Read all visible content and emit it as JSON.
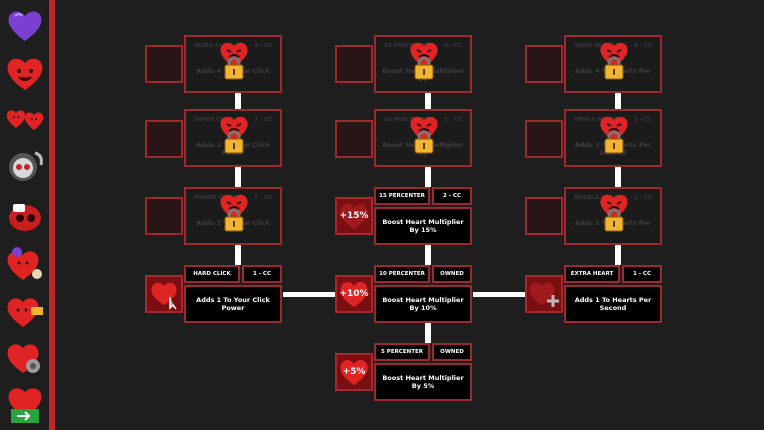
{
  "sidebar": {
    "icons": [
      "purple-heart-icon",
      "smiling-heart-icon",
      "small-hearts-icon",
      "skull-reaper-icon",
      "red-blob-icon",
      "chef-heart-icon",
      "heart-coupon-icon",
      "gear-heart-icon",
      "heart-exit-icon"
    ]
  },
  "colors": {
    "accent": "#c0262b",
    "border": "#9b2a2e",
    "background": "#1e1e1e"
  },
  "columns": {
    "click": {
      "nodes": [
        {
          "title": "ULTRA CLICK",
          "status": "4 - CC",
          "desc": "Adds 4 To Your Click",
          "locked": true
        },
        {
          "title": "SUPER CLICK",
          "status": "3 - CC",
          "desc": "Adds 3 To Your Click Power",
          "locked": true
        },
        {
          "title": "POWER CLICK",
          "status": "2 - CC",
          "desc": "Adds 2 To Your Click",
          "locked": true
        },
        {
          "title": "HARD CLICK",
          "status": "1 - CC",
          "desc": "Adds 1 To Your Click Power",
          "locked": false
        }
      ]
    },
    "multiplier": {
      "nodes": [
        {
          "title": "25 PERCENTER",
          "status": "4 - CC",
          "desc": "Boost Heart Multiplier By",
          "locked": true,
          "icon_text": ""
        },
        {
          "title": "20 PERCENTER",
          "status": "3 - CC",
          "desc": "Boost Heart Multiplier By",
          "locked": true,
          "icon_text": ""
        },
        {
          "title": "15 PERCENTER",
          "status": "2 - CC",
          "desc": "Boost Heart Multiplier By 15%",
          "locked": false,
          "icon_text": "+15%"
        },
        {
          "title": "10 PERCENTER",
          "status": "OWNED",
          "desc": "Boost Heart Multiplier By 10%",
          "locked": false,
          "icon_text": "+10%"
        },
        {
          "title": "5 PERCENTER",
          "status": "OWNED",
          "desc": "Boost Heart Multiplier By 5%",
          "locked": false,
          "icon_text": "+5%"
        }
      ]
    },
    "hearts": {
      "nodes": [
        {
          "title": "QUAD HEART",
          "status": "4 - CC",
          "desc": "Adds 4 To Hearts Per",
          "locked": true
        },
        {
          "title": "TRIPLE HEART",
          "status": "3 - CC",
          "desc": "Adds 3 To Hearts Per Second",
          "locked": true
        },
        {
          "title": "DOUBLE HEART",
          "status": "2 - CC",
          "desc": "Adds 2 To Hearts Per",
          "locked": true
        },
        {
          "title": "EXTRA HEART",
          "status": "1 - CC",
          "desc": "Adds 1 To Hearts Per Second",
          "locked": false
        }
      ]
    }
  }
}
